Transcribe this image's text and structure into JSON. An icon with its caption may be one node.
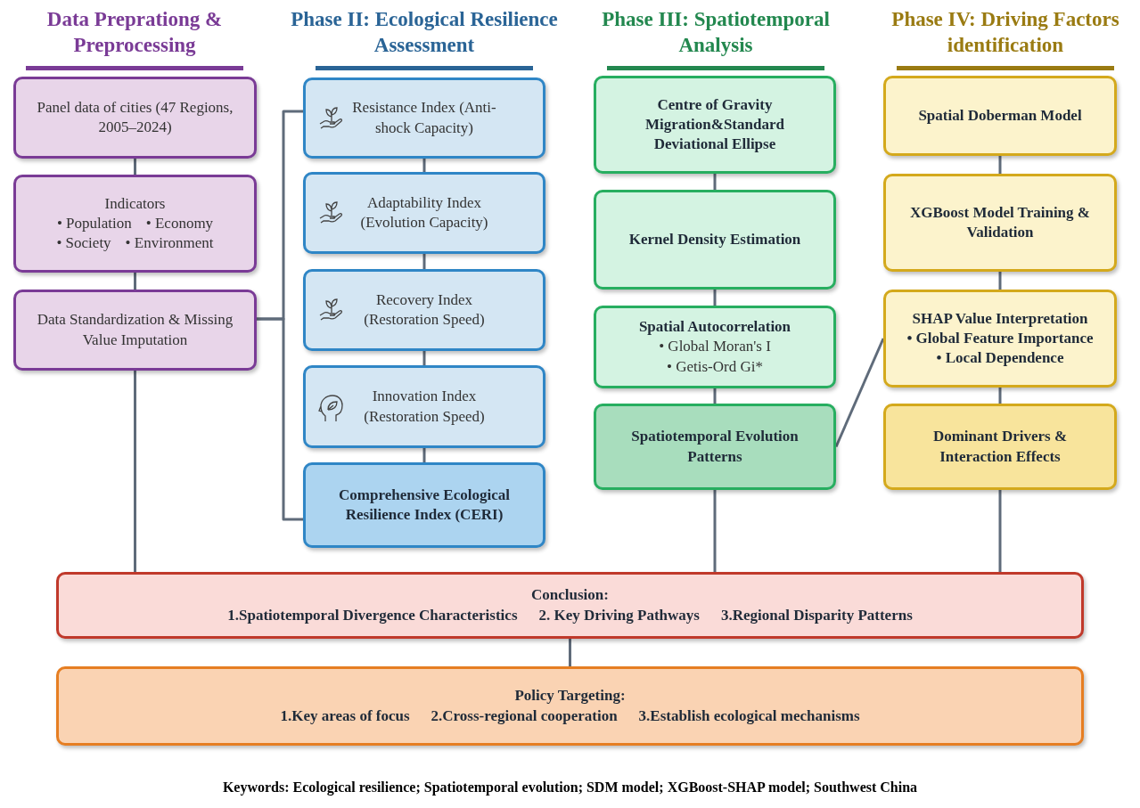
{
  "diagram": {
    "caption": "Keywords: Ecological resilience; Spatiotemporal evolution; SDM model; XGBoost-SHAP model; Southwest China",
    "labels": [
      "Data Preprationg & Preprocessing",
      "Phase II: Ecological Resilience Assessment",
      "Phase III: Spatiotemporal Analysis",
      "Phase IV: Driving Factors identification"
    ],
    "nodes": [
      {
        "text": [
          "Panel data of cities (47 Regions, 2005–2024)"
        ]
      },
      {
        "text": [
          "Indicators",
          "• Population",
          "• Economy",
          "• Society",
          "• Environment"
        ]
      },
      {
        "text": [
          "Data Standardization & Missing Value Imputation"
        ]
      },
      {
        "text": [
          "Resistance Index (Anti-shock Capacity)"
        ]
      },
      {
        "text": [
          "Adaptability Index (Evolution Capacity)"
        ]
      },
      {
        "text": [
          "Recovery Index (Restoration Speed)"
        ]
      },
      {
        "text": [
          "Innovation Index (Restoration Speed)"
        ]
      },
      {
        "text": [
          "Comprehensive Ecological Resilience Index (CERI)"
        ]
      },
      {
        "text": [
          "Centre of Gravity Migration&Standard Deviational Ellipse"
        ]
      },
      {
        "text": [
          "Kernel Density Estimation"
        ]
      },
      {
        "text": [
          "Spatial Autocorrelation",
          "• Global Moran's I",
          "• Getis-Ord Gi*"
        ]
      },
      {
        "text": [
          "Spatiotemporal Evolution Patterns"
        ]
      },
      {
        "text": [
          "Spatial Doberman Model"
        ]
      },
      {
        "text": [
          "XGBoost Model Training & Validation"
        ]
      },
      {
        "text": [
          "SHAP Value Interpretation",
          "• Global Feature Importance",
          "• Local Dependence"
        ]
      },
      {
        "text": [
          "Dominant Drivers & Interaction Effects"
        ]
      },
      {
        "text": [
          "Conclusion:",
          "1.Spatiotemporal Divergence Characteristics",
          "2. Key Driving Pathways",
          "3.Regional Disparity Patterns"
        ]
      },
      {
        "text": [
          "Policy Targeting:",
          "1.Key areas of focus",
          "2.Cross-regional cooperation",
          "3.Establish ecological mechanisms"
        ]
      }
    ],
    "edges": [
      {
        "from": 0,
        "to": 1,
        "arrow": "none"
      },
      {
        "from": 1,
        "to": 2,
        "arrow": "none"
      },
      {
        "from": 2,
        "to": 16,
        "arrow": "none"
      },
      {
        "from": 2,
        "to": 3,
        "arrow": "none"
      },
      {
        "from": 2,
        "to": 7,
        "arrow": "none"
      },
      {
        "from": 3,
        "to": 4,
        "arrow": "none"
      },
      {
        "from": 4,
        "to": 5,
        "arrow": "none"
      },
      {
        "from": 5,
        "to": 6,
        "arrow": "none"
      },
      {
        "from": 6,
        "to": 7,
        "arrow": "none"
      },
      {
        "from": 8,
        "to": 9,
        "arrow": "none"
      },
      {
        "from": 9,
        "to": 10,
        "arrow": "none"
      },
      {
        "from": 10,
        "to": 11,
        "arrow": "none"
      },
      {
        "from": 11,
        "to": 16,
        "arrow": "none"
      },
      {
        "from": 11,
        "to": 14,
        "arrow": "none"
      },
      {
        "from": 12,
        "to": 13,
        "arrow": "none"
      },
      {
        "from": 13,
        "to": 14,
        "arrow": "none"
      },
      {
        "from": 14,
        "to": 15,
        "arrow": "none"
      },
      {
        "from": 15,
        "to": 16,
        "arrow": "none"
      },
      {
        "from": 16,
        "to": 17,
        "arrow": "none"
      }
    ]
  }
}
